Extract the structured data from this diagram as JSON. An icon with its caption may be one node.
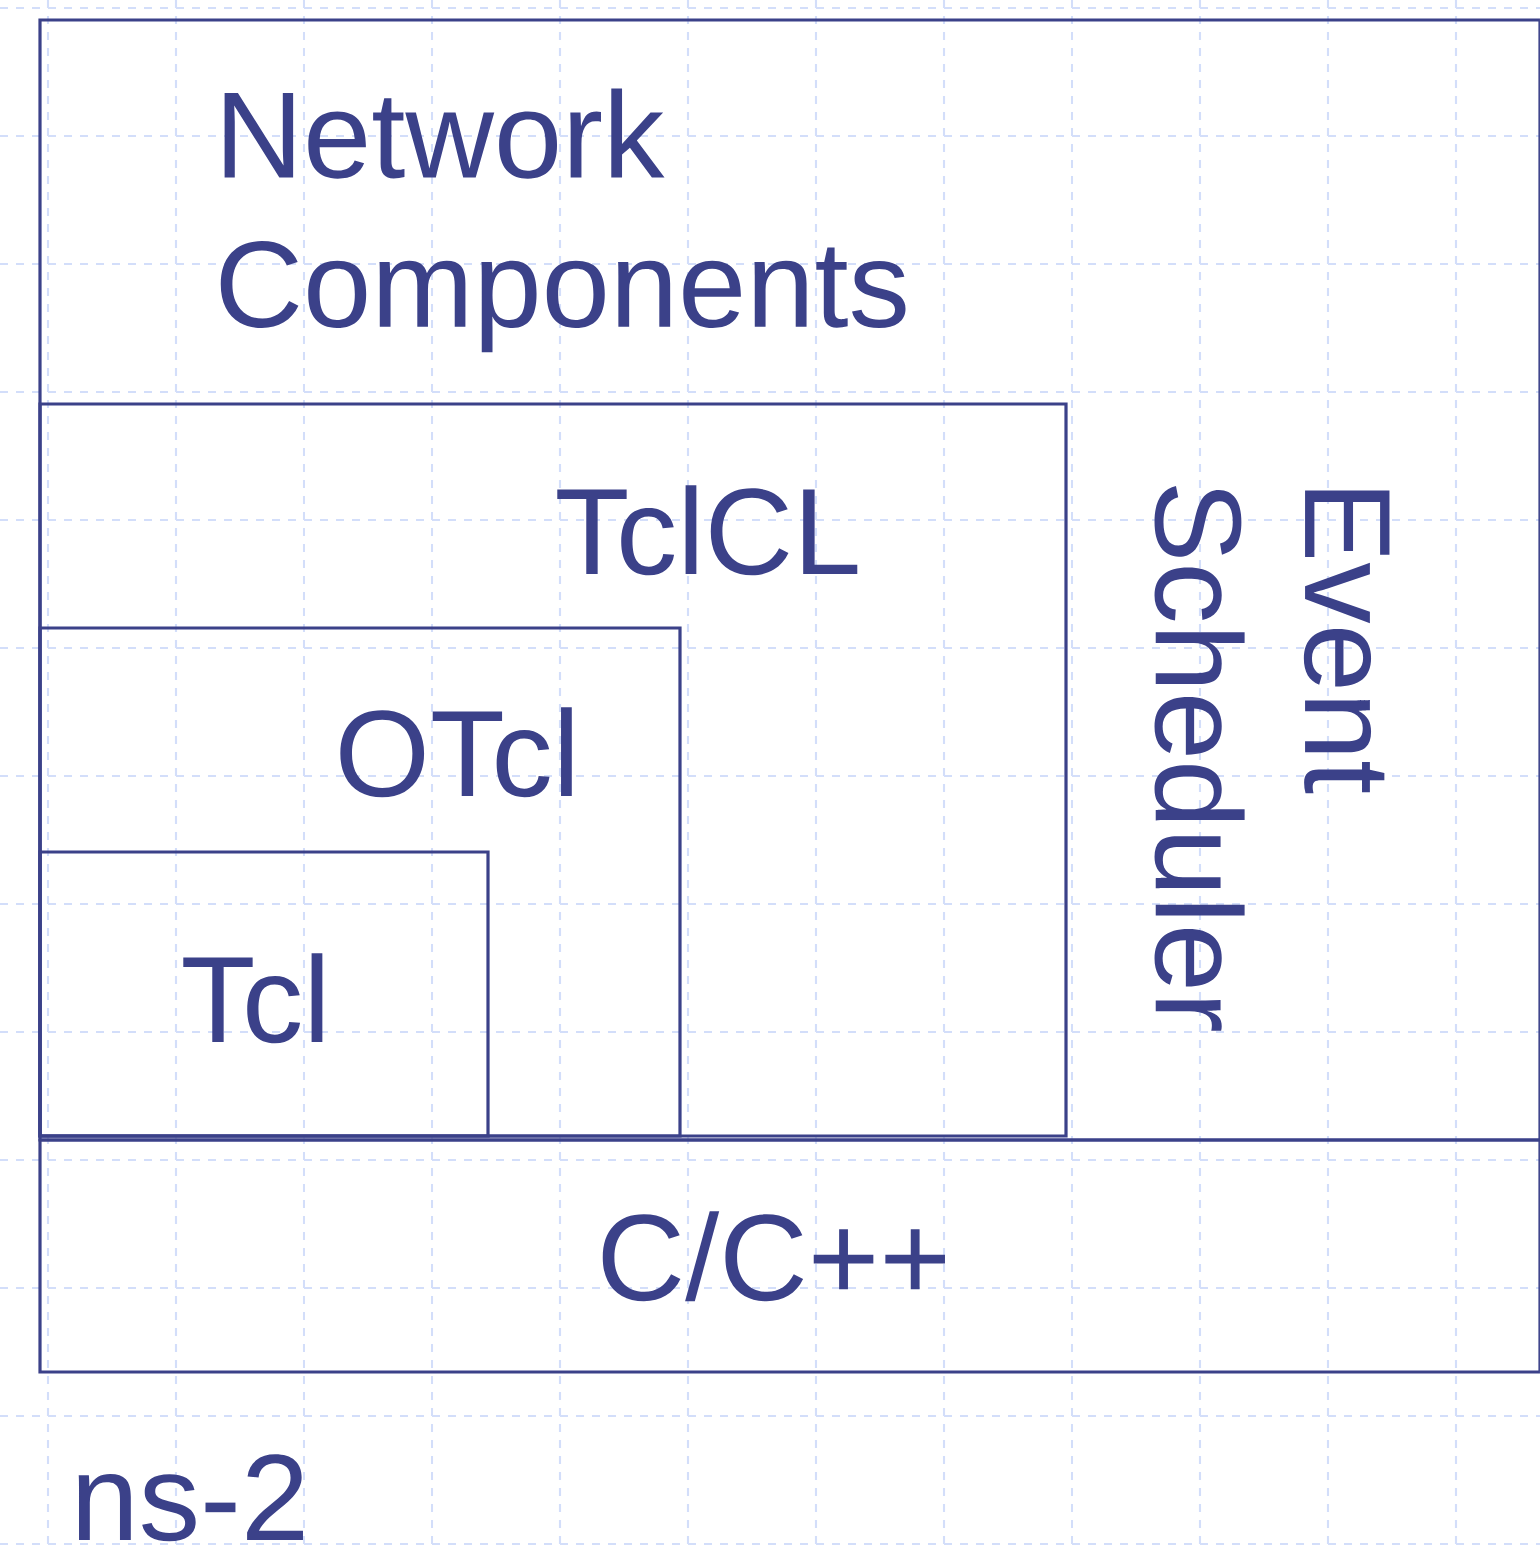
{
  "diagram": {
    "nodes": [
      {
        "text": [
          "Network Components",
          "Event Scheduler"
        ]
      },
      {
        "text": [
          "TclCL"
        ],
        "in": 0
      },
      {
        "text": [
          "OTcl"
        ],
        "in": 1
      },
      {
        "text": [
          "Tcl"
        ],
        "in": 2
      },
      {
        "text": [
          "C/C++"
        ]
      }
    ],
    "labels": [
      "ns-2"
    ]
  }
}
